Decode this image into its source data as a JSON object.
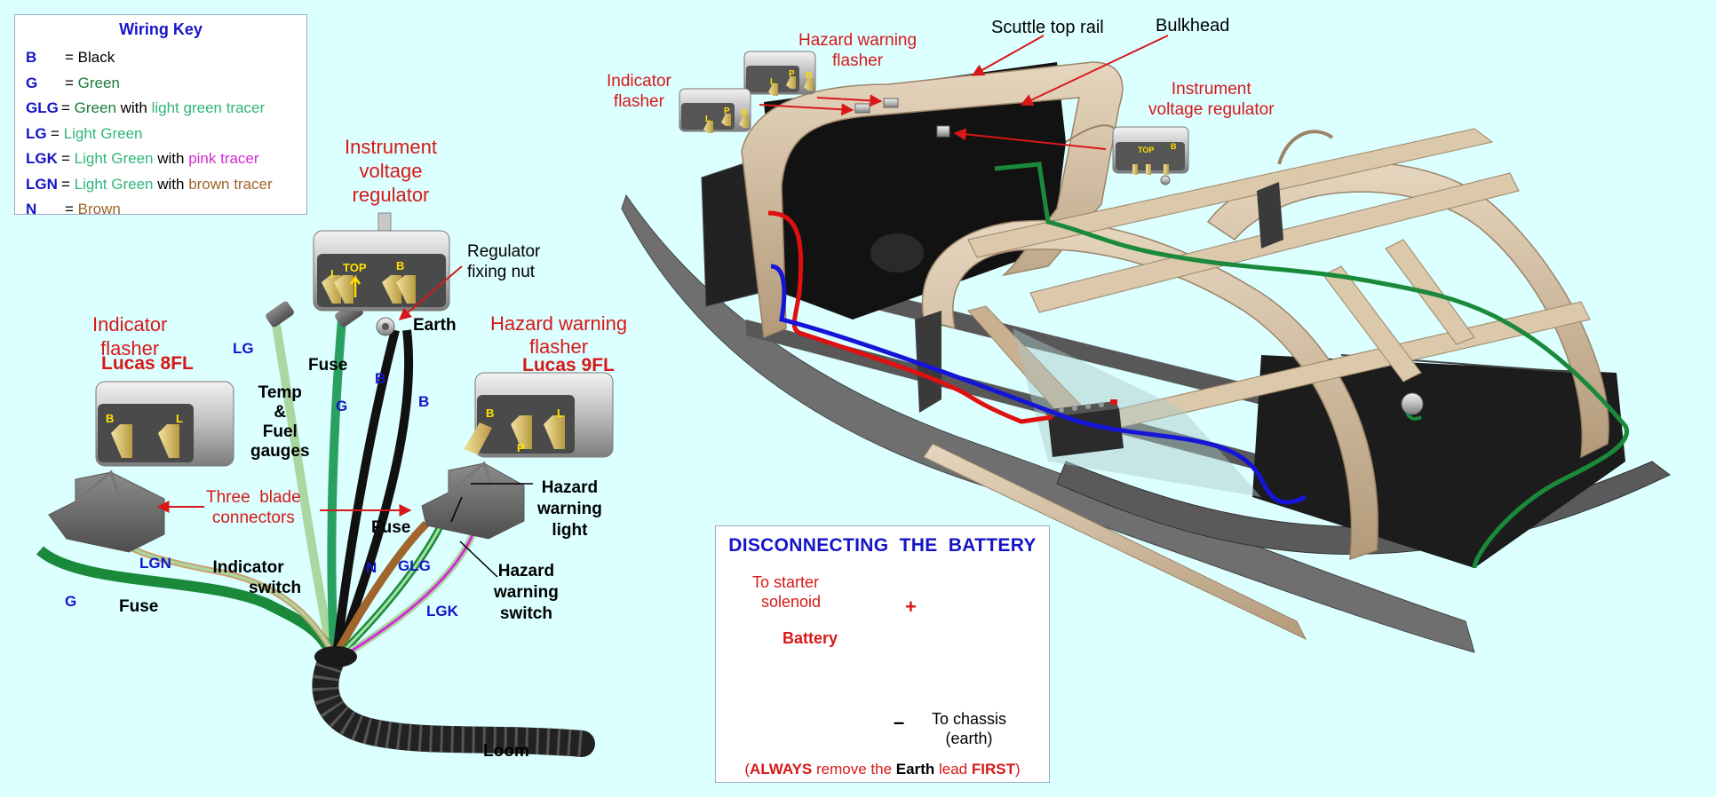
{
  "wiring_key": {
    "title": "Wiring Key",
    "rows": [
      {
        "code": "B",
        "eq": "= ",
        "parts": [
          {
            "text": "Black",
            "color": "#000000"
          }
        ]
      },
      {
        "code": "G",
        "eq": "= ",
        "parts": [
          {
            "text": "Green",
            "color": "#1a7a3a"
          }
        ]
      },
      {
        "code": "GLG",
        "eq": "= ",
        "parts": [
          {
            "text": "Green",
            "color": "#1a7a3a"
          },
          {
            "text": " with ",
            "color": "#000000"
          },
          {
            "text": "light green tracer",
            "color": "#2fb67a"
          }
        ]
      },
      {
        "code": "LG",
        "eq": "= ",
        "parts": [
          {
            "text": "Light Green",
            "color": "#2fb67a"
          }
        ]
      },
      {
        "code": "LGK",
        "eq": "= ",
        "parts": [
          {
            "text": "Light Green",
            "color": "#2fb67a"
          },
          {
            "text": " with ",
            "color": "#000000"
          },
          {
            "text": "pink tracer",
            "color": "#d42bd4"
          }
        ]
      },
      {
        "code": "LGN",
        "eq": "= ",
        "parts": [
          {
            "text": "Light Green",
            "color": "#2fb67a"
          },
          {
            "text": " with ",
            "color": "#000000"
          },
          {
            "text": "brown tracer",
            "color": "#a0652a"
          }
        ]
      },
      {
        "code": "N",
        "eq": "= ",
        "parts": [
          {
            "text": "Brown",
            "color": "#a0652a"
          }
        ]
      }
    ]
  },
  "left": {
    "instrument_voltage_regulator": [
      "Instrument",
      "voltage",
      "regulator"
    ],
    "regulator_fixing_nut": [
      "Regulator",
      "fixing nut"
    ],
    "earth": "Earth",
    "indicator_flasher": [
      "Indicator",
      "flasher"
    ],
    "indicator_flasher_model": "Lucas 8FL",
    "hazard_warning_flasher": [
      "Hazard warning",
      "flasher"
    ],
    "hazard_warning_flasher_model": "Lucas 9FL",
    "three_blade_connectors": [
      "Three  blade",
      "connectors"
    ],
    "temp_fuel_gauges": [
      "Temp",
      "&",
      "Fuel",
      "gauges"
    ],
    "fuse_top": "Fuse",
    "fuse_left": "Fuse",
    "fuse_right": "Fuse",
    "indicator_switch": [
      "Indicator",
      "switch"
    ],
    "hazard_warning_light": [
      "Hazard",
      "warning",
      "light"
    ],
    "hazard_warning_switch": [
      "Hazard",
      "warning",
      "switch"
    ],
    "loom": "Loom",
    "wire_codes": {
      "lg": "LG",
      "g_top": "G",
      "b1": "B",
      "b2": "B",
      "lgn": "LGN",
      "g_left": "G",
      "n": "N",
      "glg": "GLG",
      "lgk": "LGK"
    },
    "pin_labels": {
      "reg_i": "I",
      "reg_top": "TOP",
      "reg_b": "B",
      "ind_b": "B",
      "ind_l": "L",
      "haz_b": "B",
      "haz_l": "L",
      "haz_p": "P"
    }
  },
  "right": {
    "scuttle_top_rail": "Scuttle top rail",
    "bulkhead": "Bulkhead",
    "hazard_warning_flasher": [
      "Hazard warning",
      "flasher"
    ],
    "indicator_flasher": [
      "Indicator",
      "flasher"
    ],
    "instrument_voltage_regulator": [
      "Instrument",
      "voltage regulator"
    ],
    "pin_labels": {
      "l": "L",
      "p": "P",
      "b": "B",
      "top": "TOP"
    }
  },
  "battery_panel": {
    "title": "DISCONNECTING  THE  BATTERY",
    "to_starter": [
      "To starter",
      "solenoid"
    ],
    "plus": "+",
    "battery": "Battery",
    "minus": "–",
    "to_chassis": [
      "To chassis",
      "(earth)"
    ],
    "foot": {
      "open": "(",
      "always": "ALWAYS",
      "mid1": " remove the ",
      "earth": "Earth",
      "mid2": " lead ",
      "first": "FIRST",
      "close": ")"
    }
  },
  "colors": {
    "background": "#dcffff",
    "label_red": "#d81818",
    "key_blue": "#1515c8",
    "green_wire": "#1a8a3a",
    "light_green_wire": "#a8d8a0",
    "red_wire": "#e01010",
    "blue_wire": "#1515d8",
    "wood": "#cdb79a"
  }
}
